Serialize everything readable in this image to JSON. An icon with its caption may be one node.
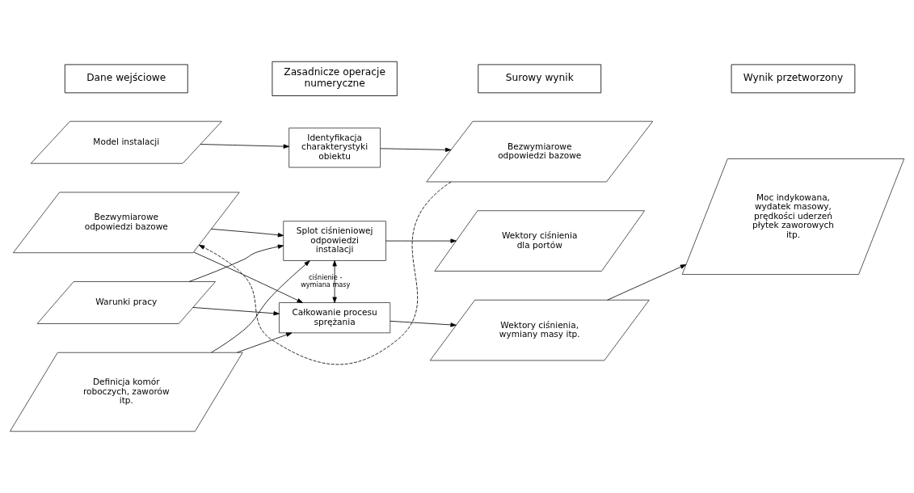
{
  "diagram": {
    "nodes": [
      {
        "text": [
          "Dane wejściowe"
        ]
      },
      {
        "text": [
          "Zasadnicze operacje numeryczne"
        ]
      },
      {
        "text": [
          "Surowy wynik"
        ]
      },
      {
        "text": [
          "Wynik przetworzony"
        ]
      },
      {
        "text": [
          "Model instalacji"
        ]
      },
      {
        "text": [
          "Identyfikacja charakterystyki obiektu"
        ]
      },
      {
        "text": [
          "Bezwymiarowe odpowiedzi bazowe"
        ]
      },
      {
        "text": [
          "Bezwymiarowe odpowiedzi bazowe"
        ]
      },
      {
        "text": [
          "Splot ciśnieniowej odpowiedzi instalacji"
        ]
      },
      {
        "text": [
          "Wektory ciśnienia dla portów"
        ]
      },
      {
        "text": [
          "Warunki pracy"
        ]
      },
      {
        "text": [
          "Całkowanie procesu sprężania"
        ]
      },
      {
        "text": [
          "Definicja komór roboczych, zaworów itp."
        ]
      },
      {
        "text": [
          "Wektory ciśnienia, wymiany masy itp."
        ]
      },
      {
        "text": [
          "Moc indykowana, wydatek masowy, prędkości uderzeń płytek zaworowych itp."
        ]
      }
    ],
    "edges": [
      {
        "from": 4,
        "to": 5,
        "arrow": "to"
      },
      {
        "from": 5,
        "to": 6,
        "arrow": "to"
      },
      {
        "from": 6,
        "to": 7,
        "arrow": "to",
        "style": "dashed"
      },
      {
        "from": 7,
        "to": 8,
        "arrow": "to"
      },
      {
        "from": 10,
        "to": 8,
        "arrow": "to"
      },
      {
        "from": 12,
        "to": 8,
        "arrow": "to"
      },
      {
        "from": 7,
        "to": 11,
        "arrow": "to"
      },
      {
        "from": 10,
        "to": 11,
        "arrow": "to"
      },
      {
        "from": 12,
        "to": 11,
        "arrow": "to"
      },
      {
        "from": 8,
        "to": 9,
        "arrow": "to"
      },
      {
        "from": 8,
        "to": 11,
        "arrow": "both",
        "label": "ciśnienie - wymiana masy"
      },
      {
        "from": 11,
        "to": 13,
        "arrow": "to"
      },
      {
        "from": 13,
        "to": 14,
        "arrow": "to"
      }
    ]
  }
}
